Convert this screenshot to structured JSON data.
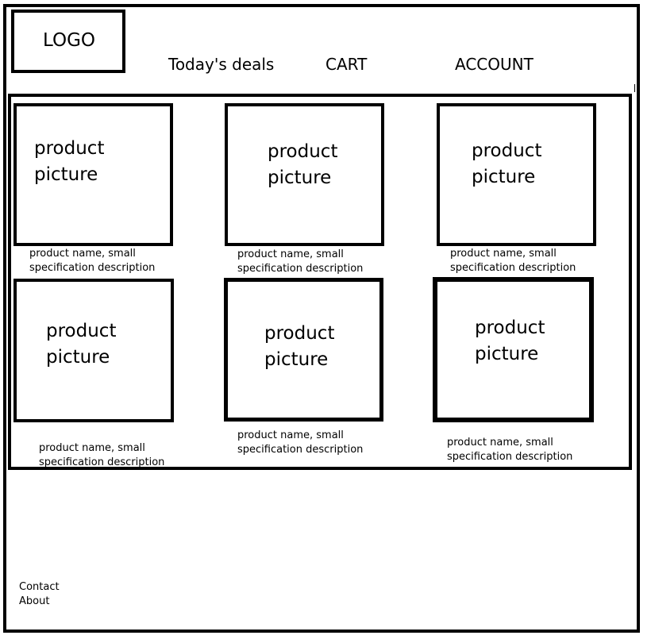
{
  "header": {
    "logo_text": "LOGO",
    "nav": {
      "deals": "Today's deals",
      "cart": "CART",
      "account": "ACCOUNT"
    }
  },
  "products": [
    {
      "picture_label": "product picture",
      "description_line1": "product name, small",
      "description_line2": "specification description"
    },
    {
      "picture_label": "product picture",
      "description_line1": "product name, small",
      "description_line2": "specification description"
    },
    {
      "picture_label": "product picture",
      "description_line1": "product name, small",
      "description_line2": "specification description"
    },
    {
      "picture_label": "product picture",
      "description_line1": "product name, small",
      "description_line2": "specification description"
    },
    {
      "picture_label": "product picture",
      "description_line1": "product name, small",
      "description_line2": "specification description"
    },
    {
      "picture_label": "product picture",
      "description_line1": "product name, small",
      "description_line2": "specification description"
    }
  ],
  "footer": {
    "contact": "Contact",
    "about": "About"
  }
}
